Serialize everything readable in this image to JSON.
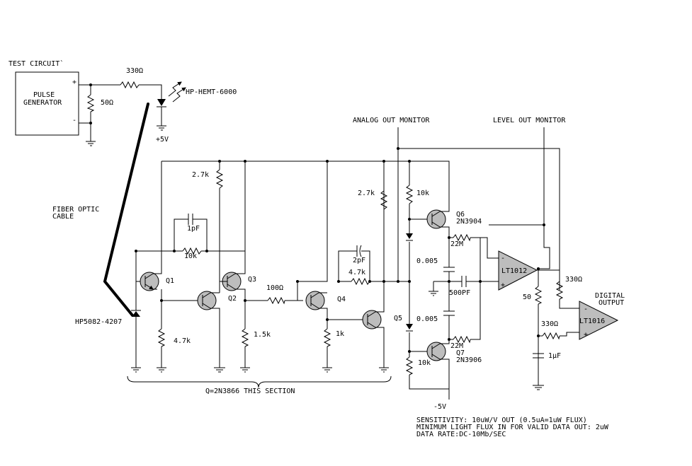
{
  "labels": {
    "test_circuit": "TEST CIRCUIT`",
    "pulse": "PULSE",
    "generator": "GENERATOR",
    "plus": "+",
    "minus": "-",
    "r_330_top": "330Ω",
    "r_50_ohm": "50Ω",
    "led": "HP-HEMT-6000",
    "plus5v": "+5V",
    "fiber1": "FIBER OPTIC",
    "fiber2": "CABLE",
    "photodiode": "HP5082-4207",
    "r_2k7_a": "2.7k",
    "c_1pf": "1pF",
    "r_10k_fb": "10k",
    "q1": "Q1",
    "q2": "Q2",
    "q3": "Q3",
    "q4": "Q4",
    "q5": "Q5",
    "r_4k7_a": "4.7k",
    "r_1k5": "1.5k",
    "r_100": "100Ω",
    "c_2pf": "2pF",
    "r_4k7_b": "4.7k",
    "r_2k7_b": "2.7k",
    "r_1k": "1k",
    "section": "Q=2N3866 THIS SECTION",
    "analog_out": "ANALOG OUT MONITOR",
    "level_out": "LEVEL OUT MONITOR",
    "r_10k_top": "10k",
    "q6": "Q6",
    "q6_part": "2N3904",
    "r_22m_top": "22M",
    "c_005_top": "0.005",
    "c_500pf": "500PF",
    "c_005_bot": "0.005",
    "r_22m_bot": "22M",
    "q7": "Q7",
    "q7_part": "2N3906",
    "r_10k_bot": "10k",
    "minus5v": "-5V",
    "lt1012": "LT1012",
    "r_50": "50",
    "r_330_fb": "330Ω",
    "r_330_rc": "330Ω",
    "c_1uf": "1µF",
    "digital1": "DIGITAL",
    "digital2": "OUTPUT",
    "lt1016": "LT1016",
    "note1": "SENSITIVITY: 10uW/V OUT (0.5uA=1uW FLUX)",
    "note2": "MINIMUM LIGHT FLUX IN FOR VALID DATA OUT: 2uW",
    "note3": "DATA RATE:DC-10Mb/SEC"
  }
}
